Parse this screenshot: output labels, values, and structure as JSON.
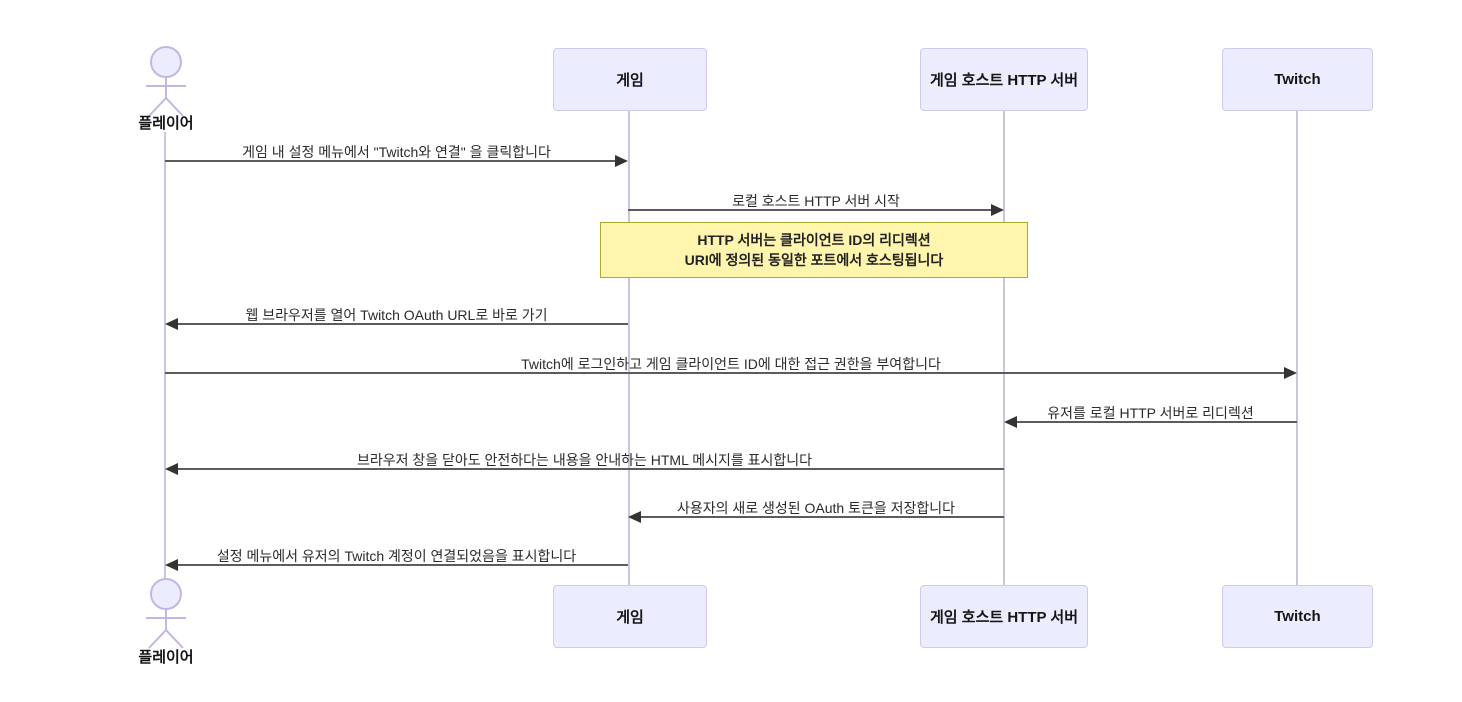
{
  "diagram": {
    "type": "sequence-diagram",
    "participants": [
      {
        "id": "player",
        "label": "플레이어",
        "kind": "actor"
      },
      {
        "id": "game",
        "label": "게임",
        "kind": "participant"
      },
      {
        "id": "host",
        "label": "게임 호스트 HTTP 서버",
        "kind": "participant"
      },
      {
        "id": "twitch",
        "label": "Twitch",
        "kind": "participant"
      }
    ],
    "messages": [
      {
        "from": "플레이어",
        "to": "게임",
        "direction": "right",
        "text": "게임 내 설정 메뉴에서 \"Twitch와 연결\" 을 클릭합니다"
      },
      {
        "from": "게임",
        "to": "게임 호스트 HTTP 서버",
        "direction": "right",
        "text": "로컬 호스트 HTTP 서버 시작"
      },
      {
        "from": "게임",
        "to": "플레이어",
        "direction": "left",
        "text": "웹 브라우저를 열어 Twitch OAuth URL로 바로 가기"
      },
      {
        "from": "플레이어",
        "to": "Twitch",
        "direction": "right",
        "text": "Twitch에 로그인하고 게임 클라이언트 ID에 대한 접근 권한을 부여합니다"
      },
      {
        "from": "Twitch",
        "to": "게임 호스트 HTTP 서버",
        "direction": "left",
        "text": "유저를 로컬 HTTP 서버로 리디렉션"
      },
      {
        "from": "게임 호스트 HTTP 서버",
        "to": "플레이어",
        "direction": "left",
        "text": "브라우저 창을 닫아도 안전하다는 내용을 안내하는 HTML 메시지를 표시합니다"
      },
      {
        "from": "게임 호스트 HTTP 서버",
        "to": "게임",
        "direction": "left",
        "text": "사용자의 새로 생성된 OAuth 토큰을 저장합니다"
      },
      {
        "from": "게임",
        "to": "플레이어",
        "direction": "left",
        "text": "설정 메뉴에서 유저의 Twitch 계정이 연결되었음을 표시합니다"
      }
    ],
    "note": {
      "over": "게임, 게임 호스트 HTTP 서버",
      "line1": "HTTP 서버는 클라이언트 ID의 리디렉션",
      "line2": "URI에 정의된 동일한 포트에서 호스팅됩니다"
    },
    "colors": {
      "participant_fill": "#ECECFF",
      "participant_border": "#cfc9ec",
      "note_fill": "#fff5ad",
      "note_border": "#aaaa33",
      "lifeline": "#ccc5de",
      "message_line": "#5c5c5c",
      "arrowhead": "#333333",
      "text": "#2b2b2b"
    }
  }
}
